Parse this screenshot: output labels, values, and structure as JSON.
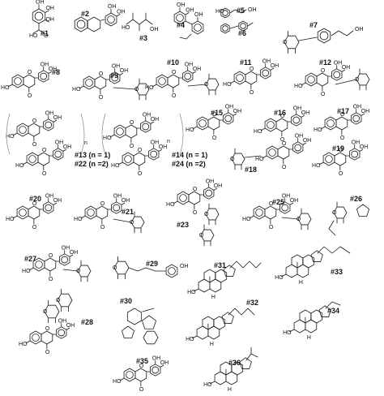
{
  "figure": {
    "labels": [
      "#1",
      "#2",
      "#3",
      "#4",
      "#5",
      "#6",
      "#7",
      "#8",
      "#9",
      "#10",
      "#11",
      "#12",
      "#13 (n = 1)",
      "#22 (n =2)",
      "#14 (n = 1)",
      "#24 (n =2)",
      "#15",
      "#16",
      "#17",
      "#18",
      "#19",
      "#20",
      "#21",
      "#23",
      "#25",
      "#26",
      "#27",
      "#28",
      "#29",
      "#30",
      "#31",
      "#32",
      "#33",
      "#34",
      "#35",
      "#36"
    ],
    "repeat_marks": [
      "n",
      "n"
    ]
  }
}
